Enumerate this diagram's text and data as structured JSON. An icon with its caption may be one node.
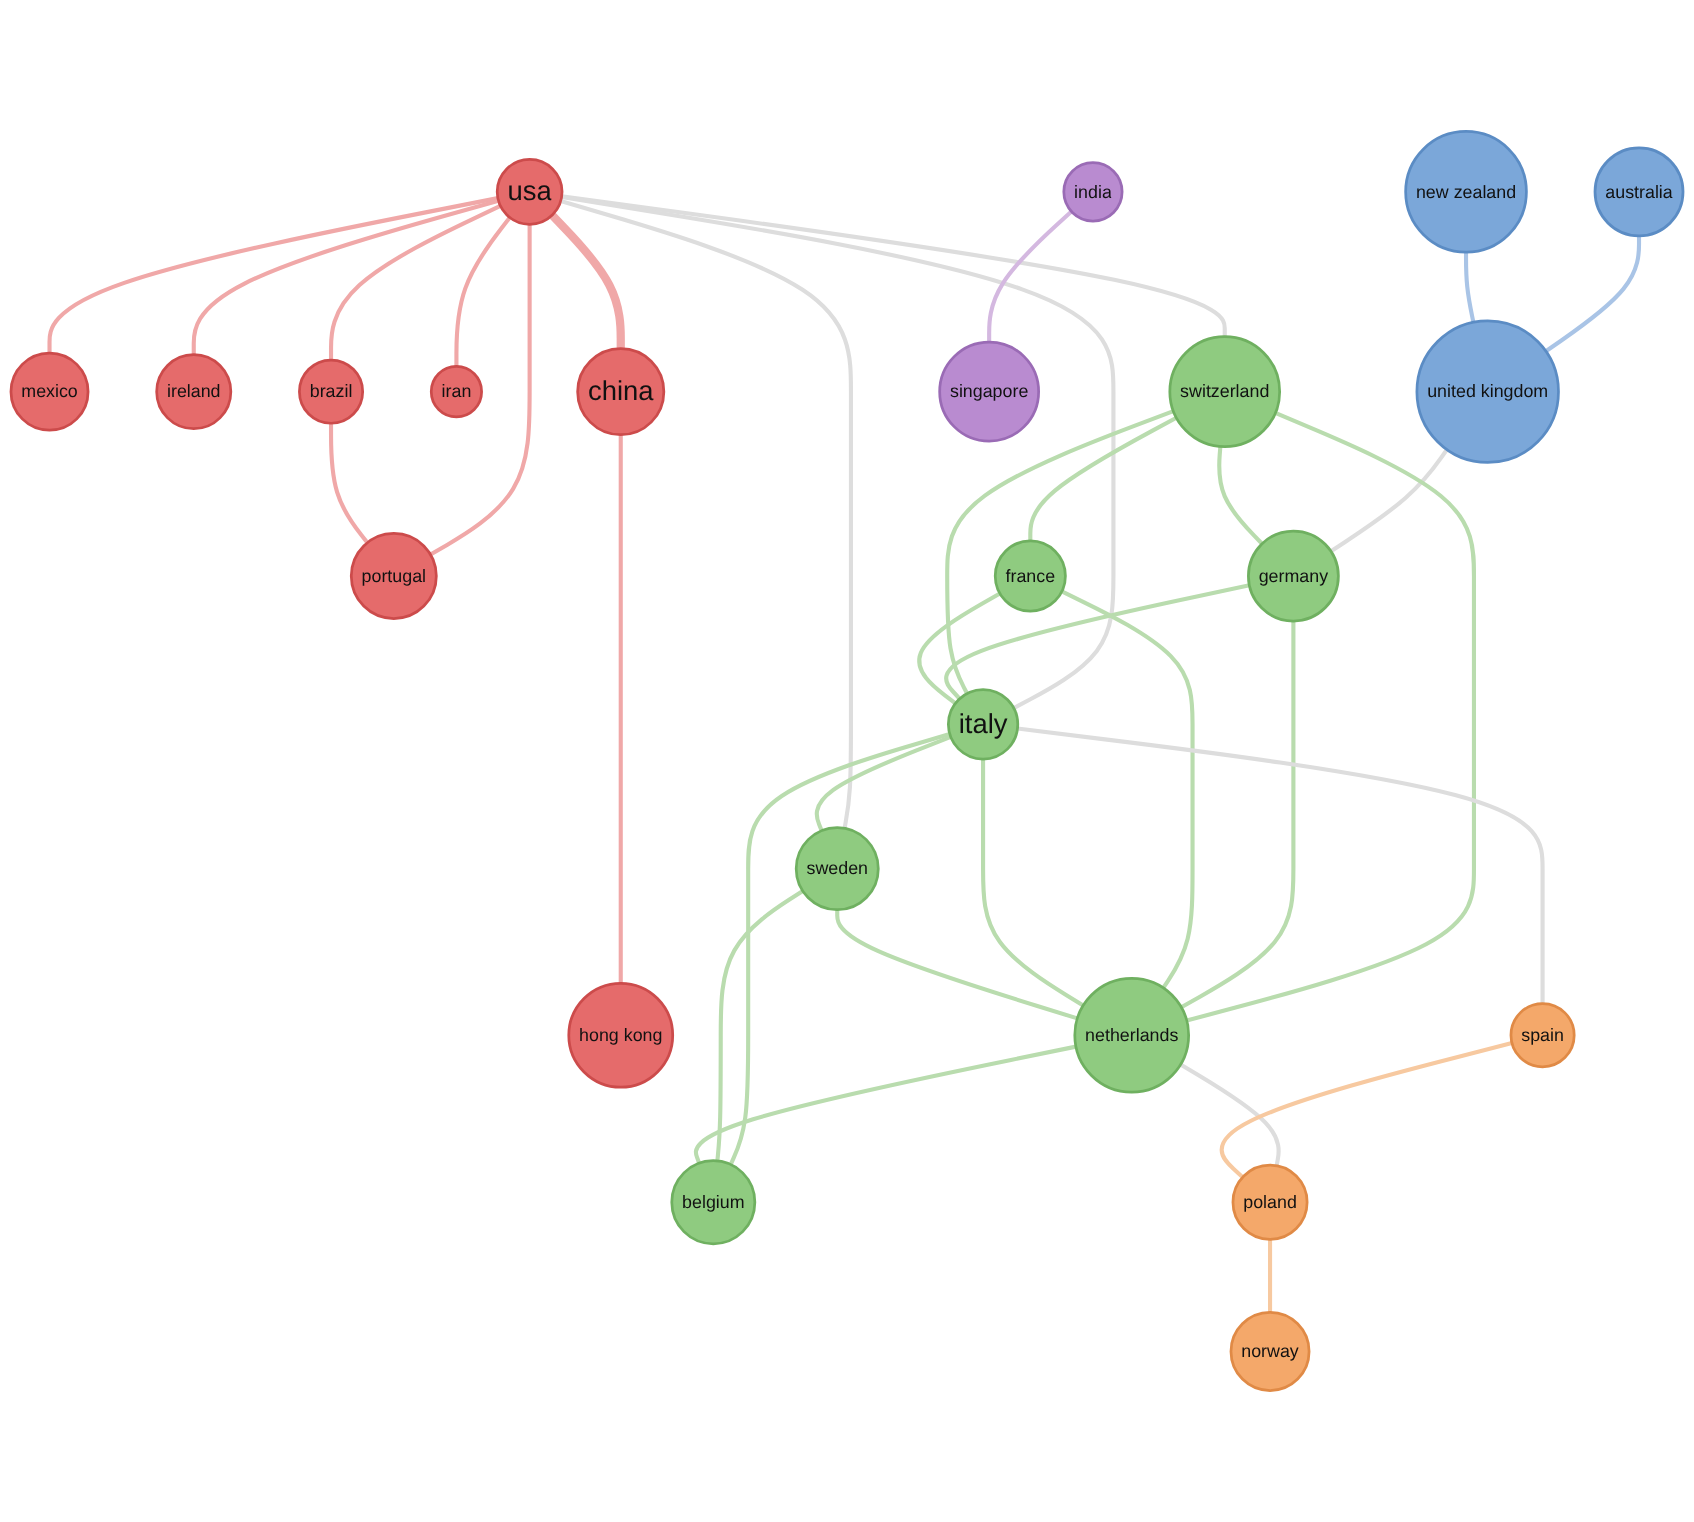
{
  "diagram": {
    "nodes": [
      {
        "text": [
          "australia"
        ]
      },
      {
        "text": [
          "new zealand"
        ]
      },
      {
        "text": [
          "mexico"
        ]
      },
      {
        "text": [
          "ireland"
        ]
      },
      {
        "text": [
          "united kingdom"
        ]
      },
      {
        "text": [
          "brazil"
        ]
      },
      {
        "text": [
          "iran"
        ]
      },
      {
        "text": [
          "usa"
        ]
      },
      {
        "text": [
          "portugal"
        ]
      },
      {
        "text": [
          "switzerland"
        ]
      },
      {
        "text": [
          "italy"
        ]
      },
      {
        "text": [
          "germany"
        ]
      },
      {
        "text": [
          "sweden"
        ]
      },
      {
        "text": [
          "france"
        ]
      },
      {
        "text": [
          "china"
        ]
      },
      {
        "text": [
          "hong kong"
        ]
      },
      {
        "text": [
          "netherlands"
        ]
      },
      {
        "text": [
          "belgium"
        ]
      },
      {
        "text": [
          "spain"
        ]
      },
      {
        "text": [
          "india"
        ]
      },
      {
        "text": [
          "poland"
        ]
      },
      {
        "text": [
          "singapore"
        ]
      },
      {
        "text": [
          "norway"
        ]
      }
    ],
    "edges": [
      {
        "from": 0,
        "to": 4,
        "arrow": "none",
        "color": "#a9c4e6"
      },
      {
        "from": 1,
        "to": 4,
        "arrow": "none",
        "color": "#a9c4e6"
      },
      {
        "from": 4,
        "to": 11,
        "arrow": "none",
        "color": "#dddddd"
      },
      {
        "from": 7,
        "to": 2,
        "arrow": "none",
        "color": "#f0a8a8"
      },
      {
        "from": 7,
        "to": 3,
        "arrow": "none",
        "color": "#f0a8a8"
      },
      {
        "from": 7,
        "to": 5,
        "arrow": "none",
        "color": "#f0a8a8"
      },
      {
        "from": 7,
        "to": 6,
        "arrow": "none",
        "color": "#f0a8a8"
      },
      {
        "from": 7,
        "to": 8,
        "arrow": "none",
        "color": "#f0a8a8"
      },
      {
        "from": 7,
        "to": 14,
        "arrow": "none",
        "style": "thick",
        "color": "#f0a8a8"
      },
      {
        "from": 5,
        "to": 8,
        "arrow": "none",
        "color": "#f0a8a8"
      },
      {
        "from": 14,
        "to": 15,
        "arrow": "none",
        "color": "#f0a8a8"
      },
      {
        "from": 7,
        "to": 9,
        "arrow": "none",
        "color": "#dddddd"
      },
      {
        "from": 7,
        "to": 10,
        "arrow": "none",
        "color": "#dddddd"
      },
      {
        "from": 7,
        "to": 12,
        "arrow": "none",
        "color": "#dddddd"
      },
      {
        "from": 9,
        "to": 10,
        "arrow": "none"
      },
      {
        "from": 9,
        "to": 11,
        "arrow": "none"
      },
      {
        "from": 9,
        "to": 13,
        "arrow": "none"
      },
      {
        "from": 9,
        "to": 16,
        "arrow": "none"
      },
      {
        "from": 11,
        "to": 10,
        "arrow": "none"
      },
      {
        "from": 11,
        "to": 16,
        "arrow": "none"
      },
      {
        "from": 13,
        "to": 10,
        "arrow": "none"
      },
      {
        "from": 13,
        "to": 16,
        "arrow": "none"
      },
      {
        "from": 10,
        "to": 16,
        "arrow": "none"
      },
      {
        "from": 10,
        "to": 17,
        "arrow": "none"
      },
      {
        "from": 10,
        "to": 12,
        "arrow": "none"
      },
      {
        "from": 12,
        "to": 17,
        "arrow": "none"
      },
      {
        "from": 12,
        "to": 16,
        "arrow": "none"
      },
      {
        "from": 16,
        "to": 17,
        "arrow": "none"
      },
      {
        "from": 10,
        "to": 18,
        "arrow": "none",
        "color": "#dddddd"
      },
      {
        "from": 16,
        "to": 20,
        "arrow": "none",
        "color": "#dddddd"
      },
      {
        "from": 18,
        "to": 20,
        "arrow": "none",
        "color": "#f7c9a0"
      },
      {
        "from": 20,
        "to": 22,
        "arrow": "none",
        "color": "#f7c9a0"
      },
      {
        "from": 19,
        "to": 21,
        "arrow": "none",
        "color": "#d4b8e0"
      }
    ]
  }
}
